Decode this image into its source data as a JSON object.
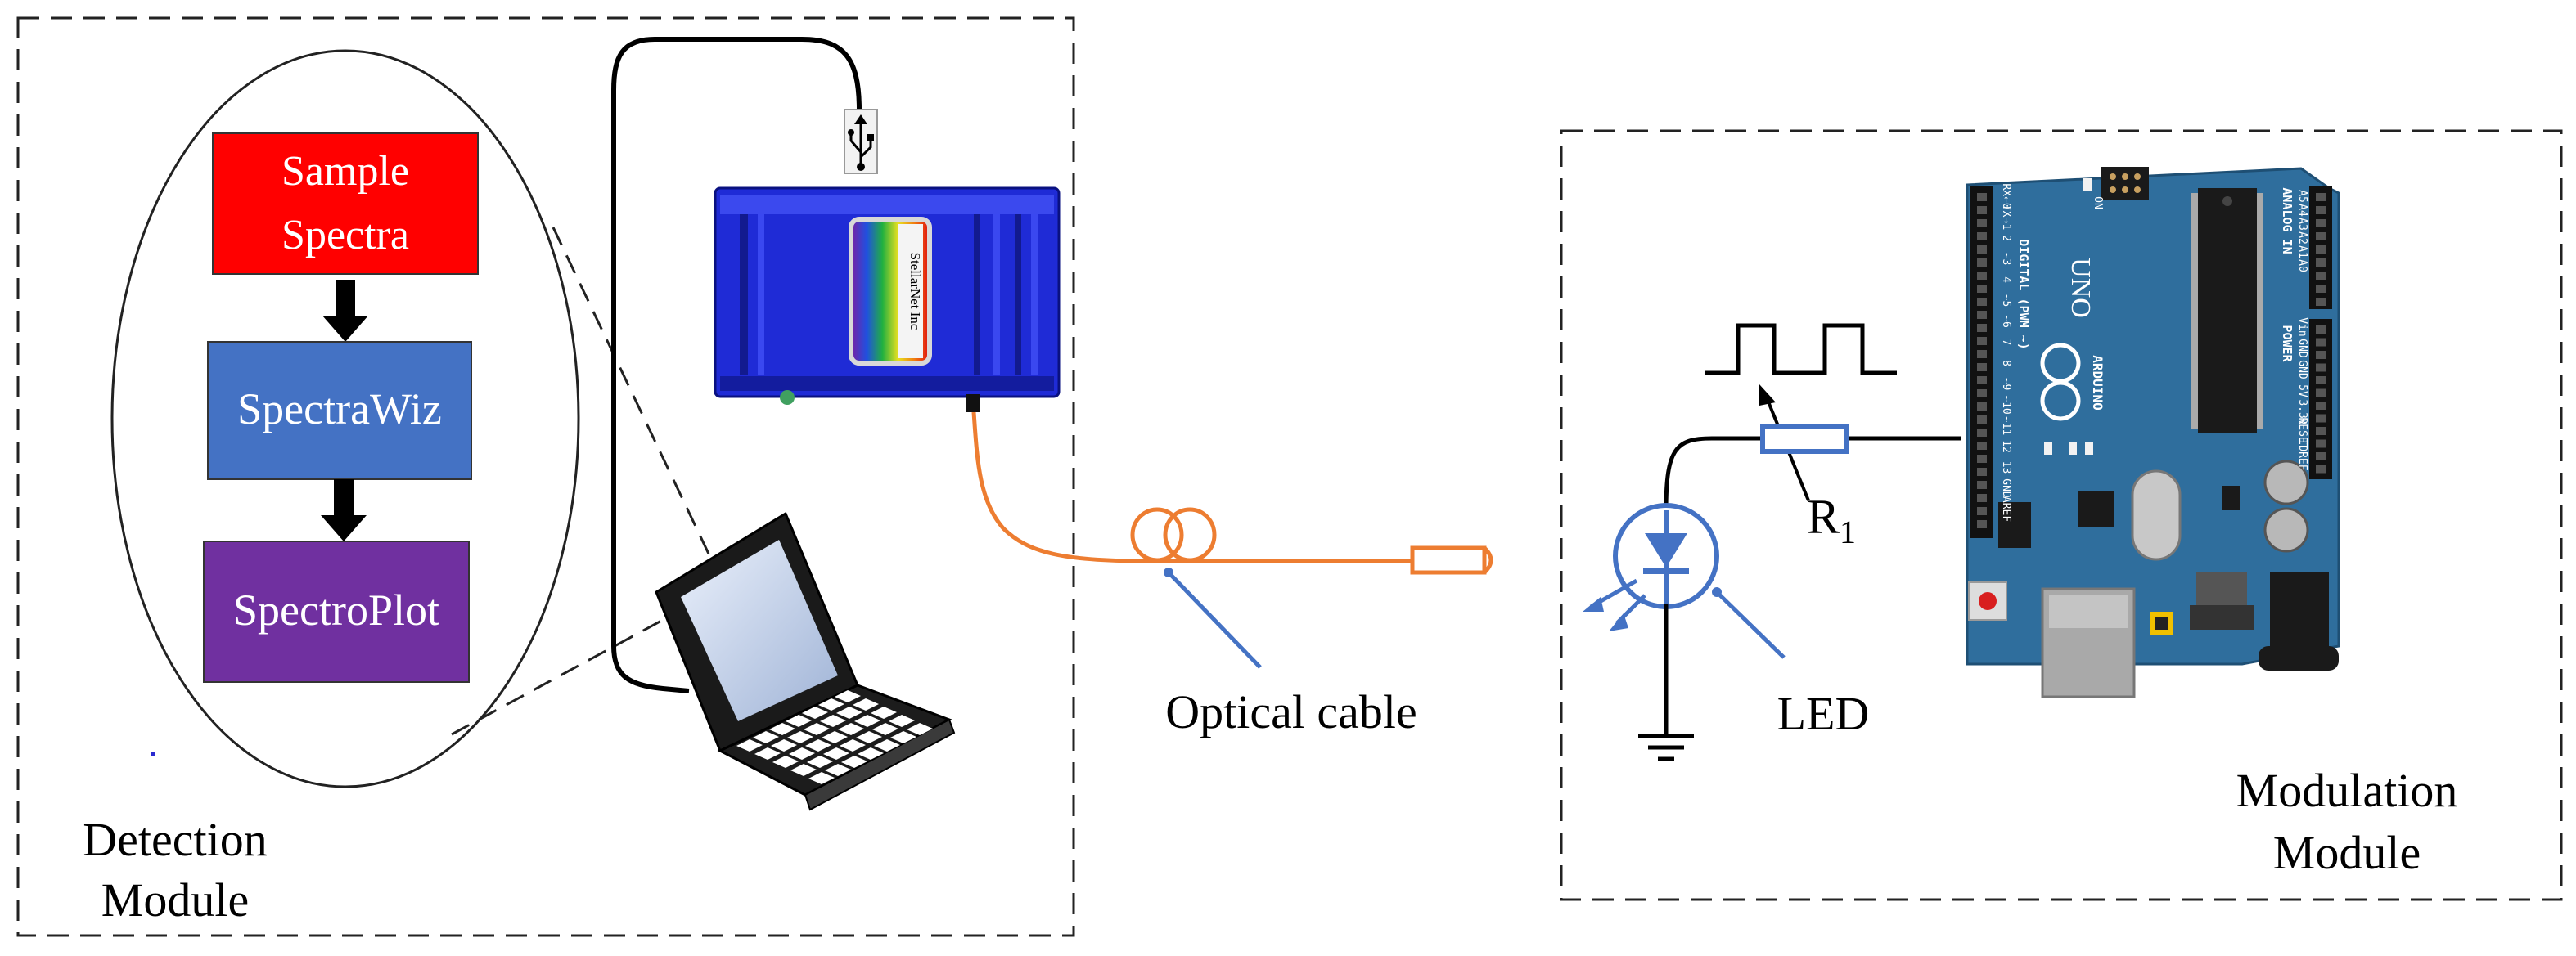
{
  "flow": {
    "sample_spectra_line1": "Sample",
    "sample_spectra_line2": "Spectra",
    "spectrawiz": "SpectraWiz",
    "spectroplot": "SpectroPlot"
  },
  "labels": {
    "detection_line1": "Detection",
    "detection_line2": "Module",
    "modulation_line1": "Modulation",
    "modulation_line2": "Module",
    "optical_cable": "Optical cable",
    "led": "LED",
    "resistor_main": "R",
    "resistor_sub": "1"
  },
  "spectrometer": {
    "brand": "StellarNet Inc"
  },
  "arduino": {
    "brand": "ARDUINO",
    "model": "UNO",
    "digital_label": "DIGITAL (PWM ~)",
    "analog_label": "ANALOG IN",
    "power_label": "POWER",
    "on_label": "ON",
    "digital_pins": [
      "RX←0",
      "TX→1",
      "2",
      "~3",
      "4",
      "~5",
      "~6",
      "7",
      "8",
      "~9",
      "~10",
      "~11",
      "12",
      "13",
      "GND",
      "AREF"
    ],
    "analog_pins": [
      "A5",
      "A4",
      "A3",
      "A2",
      "A1",
      "A0"
    ],
    "power_pins": [
      "Vin",
      "GND",
      "GND",
      "5V",
      "3.3V",
      "RESET",
      "IOREF"
    ]
  },
  "colors": {
    "sample_box": "#ff0000",
    "spectrawiz_box": "#4472c4",
    "spectroplot_box": "#7030a0",
    "fiber": "#ed7d31",
    "led": "#4472c4",
    "spectrometer": "#2233cc",
    "arduino_board": "#2f6e9d"
  }
}
